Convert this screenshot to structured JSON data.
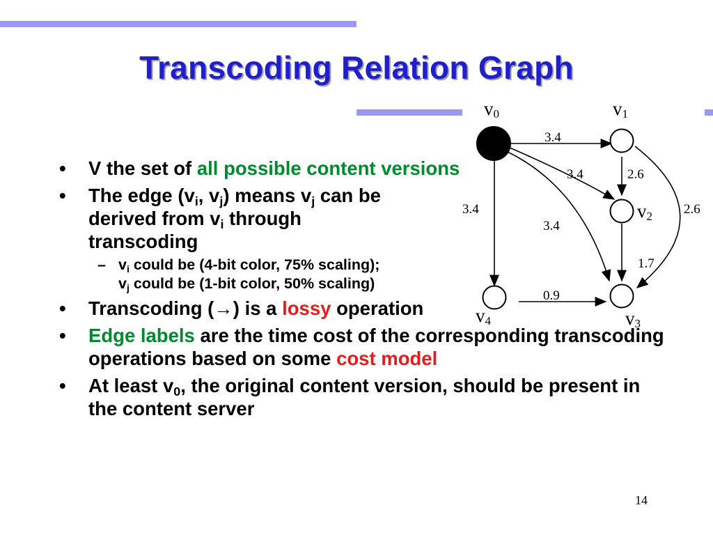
{
  "title": "Transcoding Relation Graph",
  "bullets": {
    "b1": {
      "marker": "•",
      "t1": "V the set of ",
      "t2": "all possible content versions"
    },
    "b2": {
      "marker": "•",
      "t1": "The edge (v",
      "s1": "i",
      "t2": ", v",
      "s2": "j",
      "t3": ") means v",
      "s3": "j",
      "t4": " can be",
      "t5": "derived from v",
      "s4": "i",
      "t6": " through",
      "t7": "transcoding"
    },
    "b2sub": {
      "marker": "–",
      "t1": "v",
      "s1": "i",
      "t2": " could be (4-bit color, 75% scaling);",
      "t3": "v",
      "s2": "j",
      "t4": " could be (1-bit color, 50% scaling)"
    },
    "b3": {
      "marker": "•",
      "t1": "Transcoding (",
      "arrow": "→",
      "t2": ") is a ",
      "t3": "lossy",
      "t4": " operation"
    },
    "b4": {
      "marker": "•",
      "t1": "Edge labels",
      "t2": " are the time cost of the corresponding transcoding operations based on some ",
      "t3": "cost model"
    },
    "b5": {
      "marker": "•",
      "t1": "At least v",
      "s1": "0",
      "t2": ", the original content version, should be present in the content server"
    }
  },
  "graph": {
    "nodes": {
      "v0": {
        "base": "v",
        "sub": "0"
      },
      "v1": {
        "base": "v",
        "sub": "1"
      },
      "v2": {
        "base": "v",
        "sub": "2"
      },
      "v3": {
        "base": "v",
        "sub": "3"
      },
      "v4": {
        "base": "v",
        "sub": "4"
      }
    },
    "edges": [
      {
        "from": "v0",
        "to": "v1",
        "label": "3.4"
      },
      {
        "from": "v0",
        "to": "v2",
        "label": "3.4"
      },
      {
        "from": "v0",
        "to": "v3",
        "label": "3.4"
      },
      {
        "from": "v0",
        "to": "v4",
        "label": "3.4"
      },
      {
        "from": "v1",
        "to": "v2",
        "label": "2.6"
      },
      {
        "from": "v1",
        "to": "v3",
        "label": "2.6"
      },
      {
        "from": "v2",
        "to": "v3",
        "label": "1.7"
      },
      {
        "from": "v4",
        "to": "v3",
        "label": "0.9"
      }
    ]
  },
  "page_number": "14"
}
